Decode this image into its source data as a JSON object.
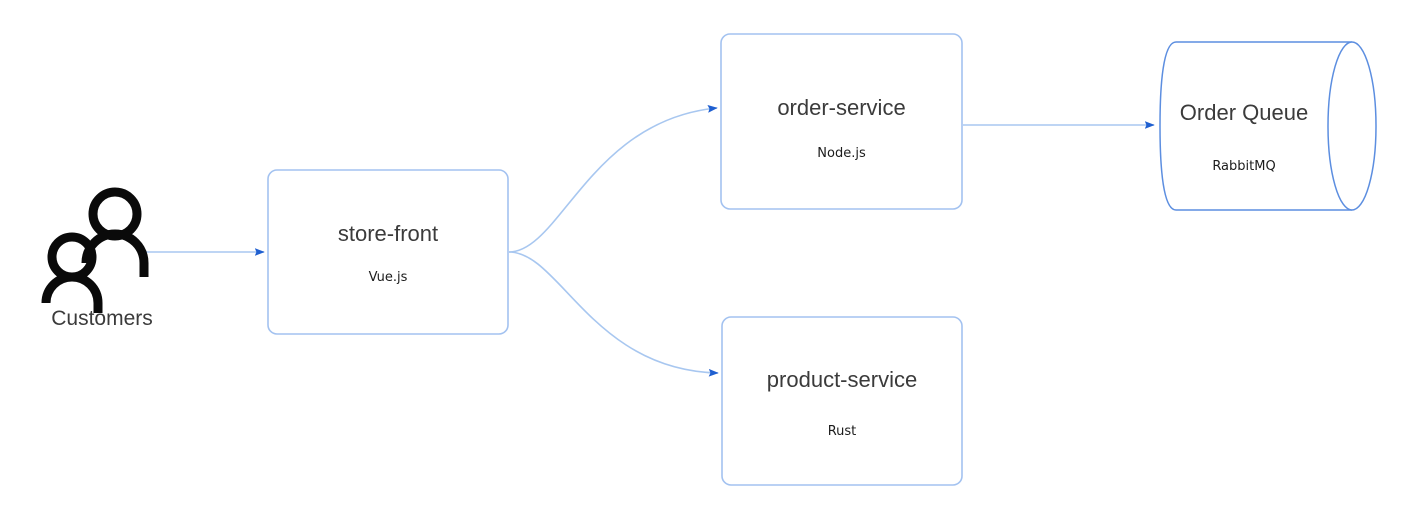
{
  "diagram": {
    "title": "Microservices architecture diagram",
    "background_color": "#ffffff",
    "node_border_color": "#a3c2f0",
    "connector_line_color": "#a8c7f0",
    "arrowhead_color": "#1f5fd0",
    "label_color": "#3b3b3b",
    "actor_icon_color": "#000000"
  },
  "actor": {
    "name": "customers-actor",
    "label": "Customers",
    "icon": "two-people-icon"
  },
  "nodes": [
    {
      "id": "store-front",
      "label": "store-front",
      "sublabel": "Vue.js",
      "shape": "rounded-rect"
    },
    {
      "id": "order-service",
      "label": "order-service",
      "sublabel": "Node.js",
      "shape": "rounded-rect"
    },
    {
      "id": "product-service",
      "label": "product-service",
      "sublabel": "Rust",
      "shape": "rounded-rect"
    },
    {
      "id": "order-queue",
      "label": "Order Queue",
      "sublabel": "RabbitMQ",
      "shape": "cylinder"
    }
  ],
  "edges": [
    {
      "id": "customers-to-store-front",
      "from": "Customers",
      "to": "store-front",
      "style": "straight-arrow"
    },
    {
      "id": "store-front-to-order-service",
      "from": "store-front",
      "to": "order-service",
      "style": "curved-arrow"
    },
    {
      "id": "store-front-to-product-service",
      "from": "store-front",
      "to": "product-service",
      "style": "curved-arrow"
    },
    {
      "id": "order-service-to-order-queue",
      "from": "order-service",
      "to": "Order Queue",
      "style": "straight-arrow"
    }
  ]
}
